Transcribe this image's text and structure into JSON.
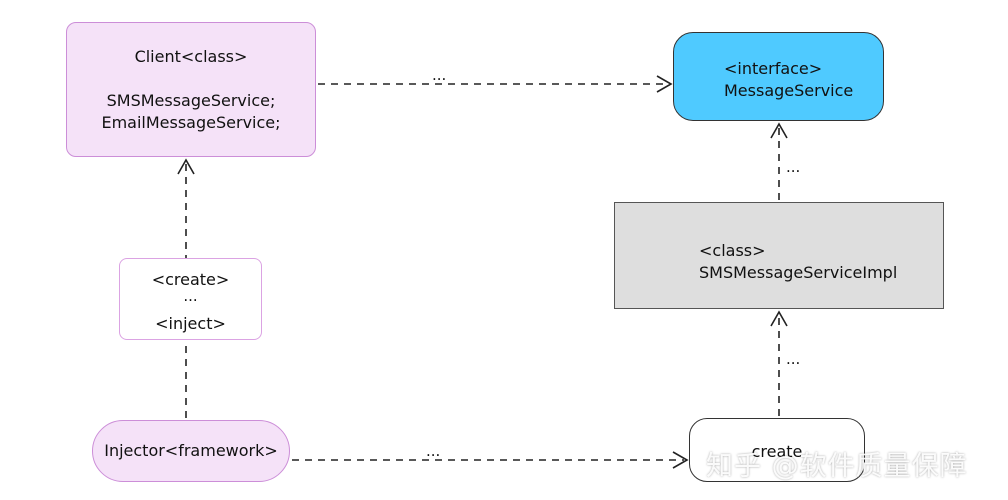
{
  "nodes": {
    "client": {
      "title": "Client<class>",
      "field1": "SMSMessageService;",
      "field2": "EmailMessageService;"
    },
    "message_service": {
      "stereotype": "<interface>",
      "name": "MessageService"
    },
    "sms_impl": {
      "stereotype": "<class>",
      "name": "SMSMessageServiceImpl"
    },
    "create_inject": {
      "create": "<create>",
      "ellipsis": "...",
      "inject": "<inject>"
    },
    "injector": {
      "name": "Injector<framework>"
    },
    "create": {
      "label": "create"
    }
  },
  "edges": {
    "client_to_service": "...",
    "impl_to_service": "...",
    "create_to_impl": "...",
    "injector_to_create": "..."
  },
  "watermark": "知乎 @软件质量保障",
  "colors": {
    "client_fill": "#f5e2f8",
    "client_border": "#cc8ed8",
    "interface_fill": "#4fcaff",
    "impl_fill": "#dedede",
    "edge": "#222222"
  }
}
